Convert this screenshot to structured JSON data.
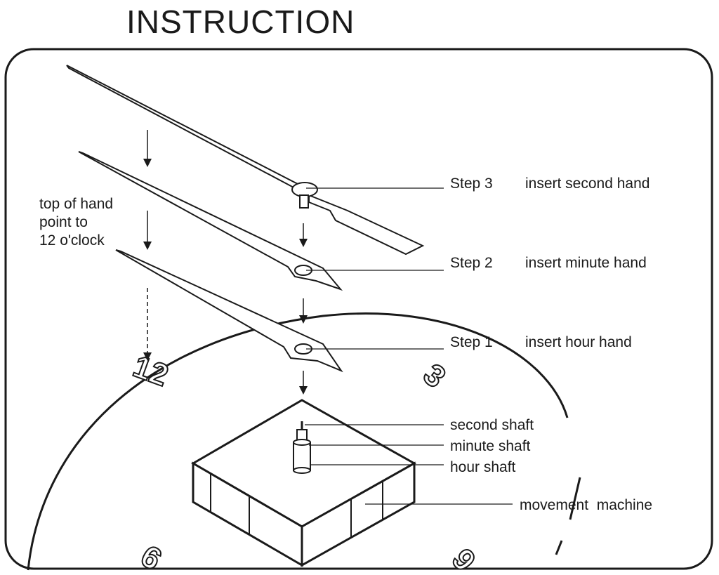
{
  "title": "INSTRUCTION",
  "steps": [
    {
      "step": "Step 3",
      "action": "insert second hand"
    },
    {
      "step": "Step 2",
      "action": "insert minute hand"
    },
    {
      "step": "Step 1",
      "action": "insert hour hand"
    }
  ],
  "hint": [
    "top of hand",
    "point to",
    "12 o'clock"
  ],
  "shafts": [
    "second shaft",
    "minute shaft",
    "hour shaft"
  ],
  "movement_label": "movement  machine",
  "dial_numbers": {
    "twelve": "12",
    "three": "3",
    "six": "6",
    "nine": "9"
  }
}
